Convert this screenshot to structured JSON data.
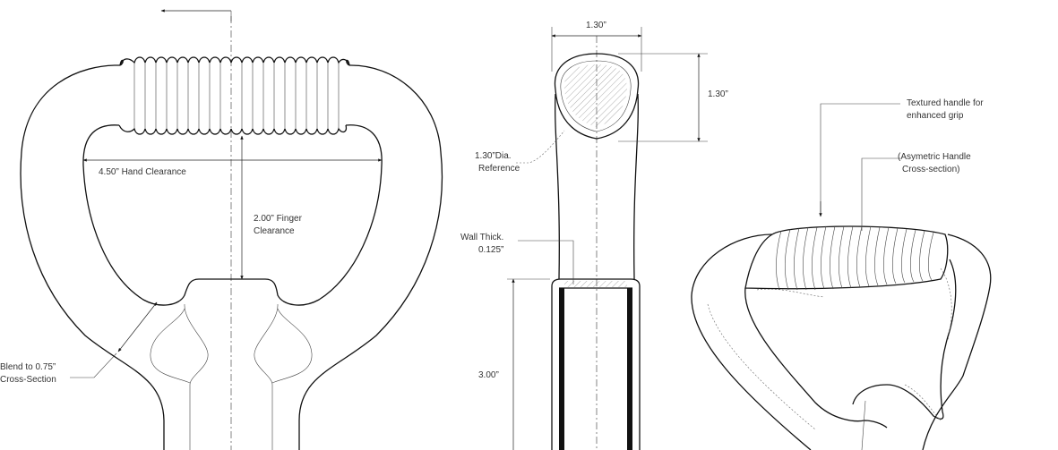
{
  "labels": {
    "hand_clearance": "4.50” Hand Clearance",
    "finger_clearance_1": "2.00” Finger",
    "finger_clearance_2": "Clearance",
    "blend_1": "Blend to 0.75”",
    "blend_2": "Cross-Section",
    "top_width": "1.30”",
    "side_height": "1.30”",
    "dia_ref_1": "1.30”Dia.",
    "dia_ref_2": "Reference",
    "wall_1": "Wall Thick.",
    "wall_2": "0.125”",
    "shaft_length": "3.00”",
    "textured_1": "Textured handle for",
    "textured_2": "enhanced grip",
    "asym_1": "(Asymetric Handle",
    "asym_2": "Cross-section)"
  },
  "colors": {
    "line": "#111111",
    "text": "#333333",
    "background": "#ffffff"
  }
}
